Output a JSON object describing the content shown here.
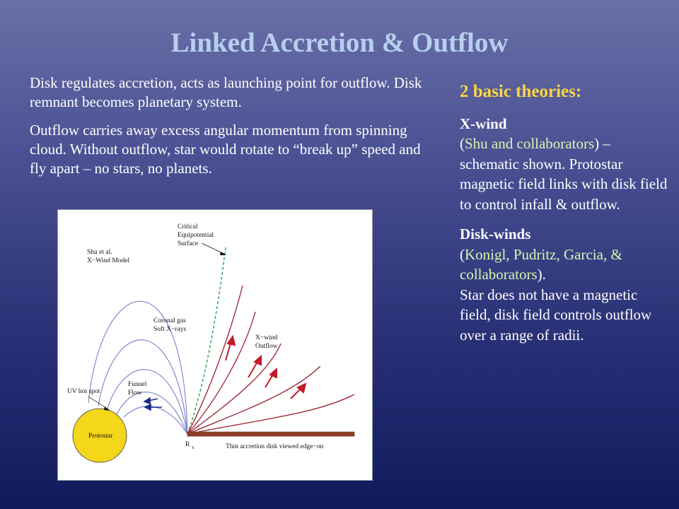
{
  "slide": {
    "title": "Linked Accretion & Outflow",
    "left_paragraphs": [
      "Disk regulates accretion, acts as launching point for outflow.  Disk remnant becomes planetary system.",
      "Outflow carries away excess angular momentum from spinning cloud.  Without outflow, star would rotate to “break up” speed and fly apart – no stars, no planets."
    ],
    "theories_heading": "2 basic theories:",
    "xwind": {
      "term": "X-wind",
      "open_paren": "(",
      "credits": "Shu and collaborators",
      "after_credits": ") – schematic shown.",
      "description": "Protostar magnetic field links with disk field to control infall & outflow."
    },
    "diskwind": {
      "term": "Disk-winds",
      "open_paren": "(",
      "credits": "Konigl, Pudritz, Garcia, & collaborators",
      "after_credits": ").",
      "description": "Star does not have a magnetic field, disk field controls outflow over a range of radii."
    }
  },
  "figure": {
    "labels": {
      "critical_1": "Critical",
      "critical_2": "Equipotential",
      "critical_3": "Surface",
      "model_1": "Shu et al.",
      "model_2": "X−Wind Model",
      "coronal_1": "Coronal gas",
      "coronal_2": "Soft X−rays",
      "xwind_1": "X−wind",
      "xwind_2": "Outflow",
      "uv_hot_spot": "UV hot spot",
      "funnel_1": "Funnel",
      "funnel_2": "Flow",
      "protostar": "Protostar",
      "rx_r": "R",
      "rx_x": "x",
      "disk": "Thin accretion disk viewed edge−on"
    },
    "colors": {
      "field_lines": "#7a7ec9",
      "wind_lines": "#9a1d2a",
      "equipotential": "#1f9a3a",
      "protostar": "#f4d61a",
      "disk": "#8a3a22"
    }
  }
}
